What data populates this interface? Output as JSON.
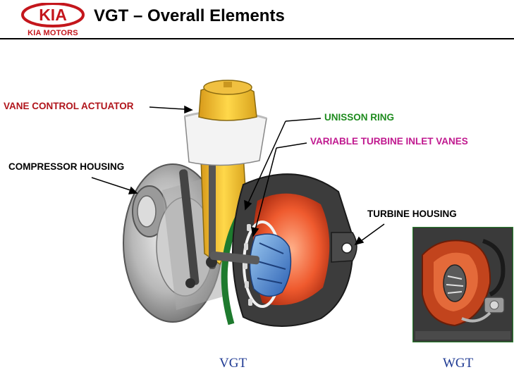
{
  "header": {
    "brand_text": "KIA MOTORS",
    "logo_text": "KIA",
    "title": "VGT – Overall Elements"
  },
  "labels": {
    "vane_control_actuator": "VANE CONTROL ACTUATOR",
    "unisson_ring": "UNISSON RING",
    "variable_turbine_inlet_vanes": "VARIABLE TURBINE INLET VANES",
    "compressor_housing": "COMPRESSOR HOUSING",
    "turbine_housing": "TURBINE HOUSING"
  },
  "captions": {
    "left": "VGT",
    "right": "WGT"
  },
  "colors": {
    "brand_red": "#c4161c",
    "label_dark_red": "#b0141b",
    "label_green": "#1e8b1e",
    "label_magenta": "#c0198f",
    "caption_blue": "#1f3a93",
    "wgt_frame_green": "#2f7d32"
  }
}
